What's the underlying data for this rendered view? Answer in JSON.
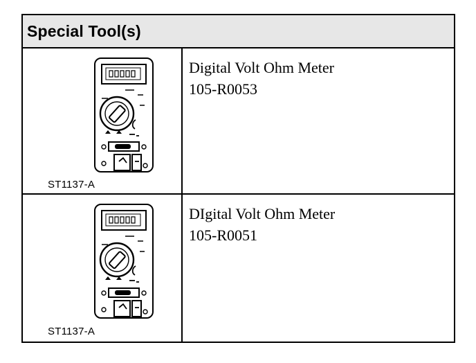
{
  "table": {
    "title": "Special Tool(s)",
    "rows": [
      {
        "tool_code": "ST1137-A",
        "name": "Digital Volt Ohm Meter",
        "part_number": "105-R0053",
        "illustration_icon": "digital-multimeter-icon"
      },
      {
        "tool_code": "ST1137-A",
        "name": "DIgital Volt Ohm Meter",
        "part_number": "105-R0051",
        "illustration_icon": "digital-multimeter-icon"
      }
    ]
  },
  "colors": {
    "header_background": "#e7e7e7",
    "border": "#000000",
    "text": "#000000"
  }
}
